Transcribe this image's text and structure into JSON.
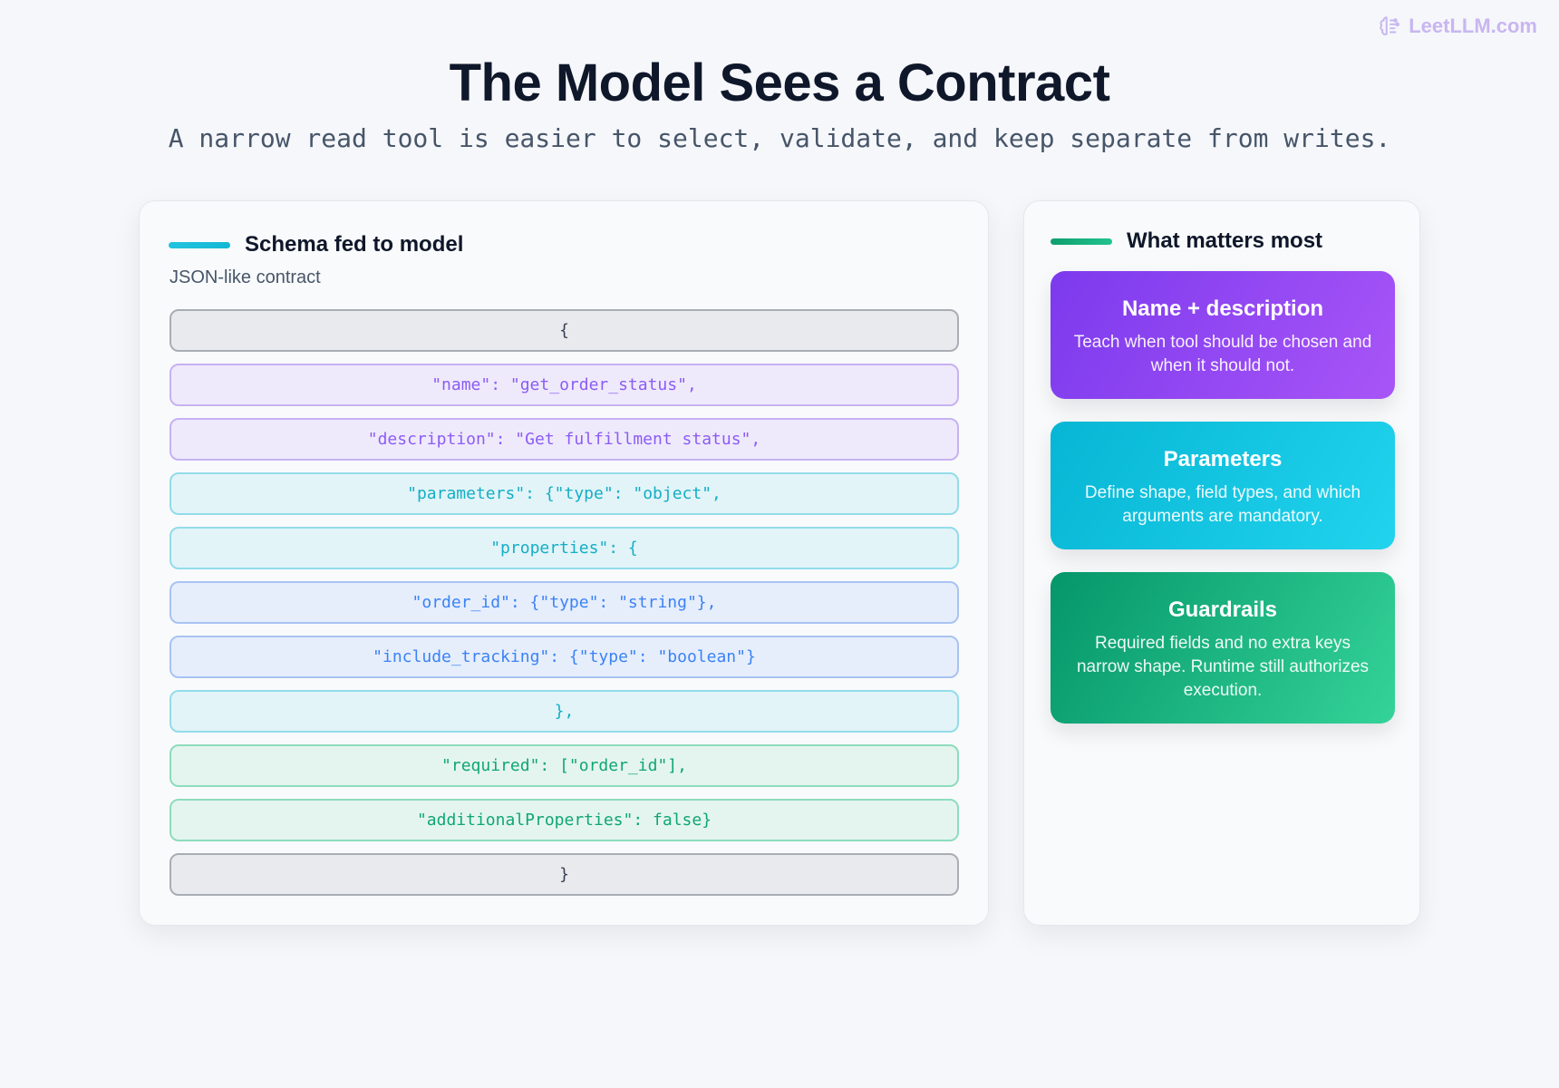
{
  "brand": {
    "name": "LeetLLM.com",
    "icon": "brain-icon",
    "color": "#c8b6f0"
  },
  "header": {
    "title": "The Model Sees a Contract",
    "subtitle": "A narrow read tool is easier to select, validate, and keep separate from writes."
  },
  "schema_card": {
    "title": "Schema fed to model",
    "subtitle": "JSON-like contract",
    "accent": "#22c3df",
    "lines": [
      {
        "text": "{",
        "tone": "gray"
      },
      {
        "text": "\"name\": \"get_order_status\",",
        "tone": "purple"
      },
      {
        "text": "\"description\": \"Get fulfillment status\",",
        "tone": "purple"
      },
      {
        "text": "\"parameters\": {\"type\": \"object\",",
        "tone": "cyan"
      },
      {
        "text": "\"properties\": {",
        "tone": "cyan"
      },
      {
        "text": "\"order_id\": {\"type\": \"string\"},",
        "tone": "blue"
      },
      {
        "text": "\"include_tracking\": {\"type\": \"boolean\"}",
        "tone": "blue"
      },
      {
        "text": "},",
        "tone": "cyan"
      },
      {
        "text": "\"required\": [\"order_id\"],",
        "tone": "green"
      },
      {
        "text": "\"additionalProperties\": false}",
        "tone": "green"
      },
      {
        "text": "}",
        "tone": "gray"
      }
    ]
  },
  "matters_card": {
    "title": "What matters most",
    "accent": "#0f9f6e",
    "tiles": [
      {
        "title": "Name + description",
        "text": "Teach when tool should be chosen and when it should not.",
        "color": "#7c3aed"
      },
      {
        "title": "Parameters",
        "text": "Define shape, field types, and which arguments are mandatory.",
        "color": "#06b6d4"
      },
      {
        "title": "Guardrails",
        "text": "Required fields and no extra keys narrow shape. Runtime still authorizes execution.",
        "color": "#059669"
      }
    ]
  }
}
